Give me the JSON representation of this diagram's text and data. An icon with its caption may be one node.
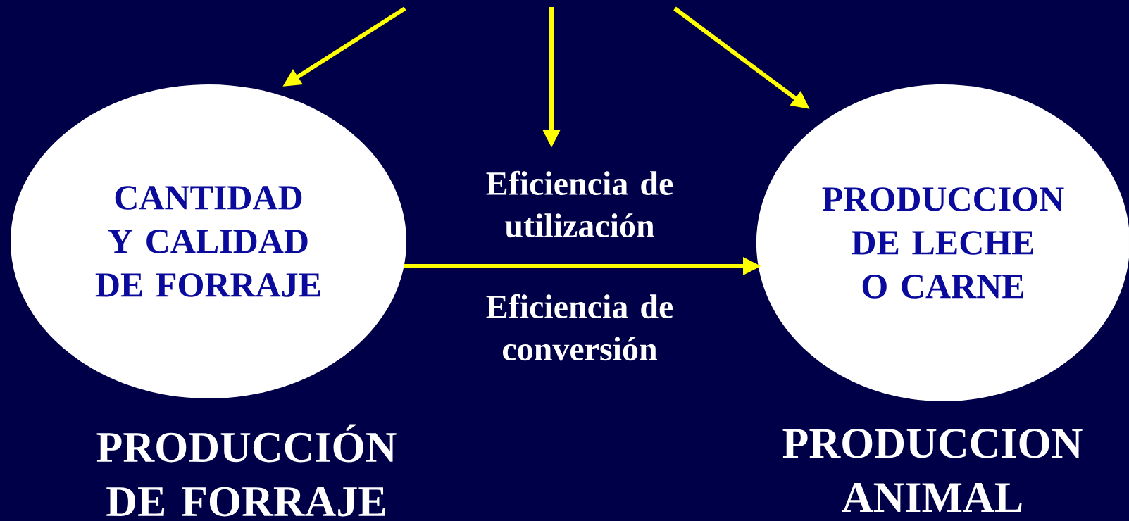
{
  "diagram": {
    "nodes": [
      {
        "text": [
          "CANTIDAD Y CALIDAD DE FORRAJE"
        ],
        "beside": [
          "PRODUCCIÓN DE FORRAJE"
        ]
      },
      {
        "text": [
          "PRODUCCION DE LECHE O CARNE"
        ],
        "beside": [
          "PRODUCCION ANIMAL"
        ]
      },
      {
        "text": [
          "Eficiencia de utilización"
        ]
      }
    ],
    "edges": [
      {
        "from": null,
        "to": 0,
        "arrow": "to"
      },
      {
        "from": null,
        "to": 2,
        "arrow": "to"
      },
      {
        "from": null,
        "to": 1,
        "arrow": "to"
      },
      {
        "from": 0,
        "to": 1,
        "arrow": "to",
        "label": "Eficiencia de conversión"
      }
    ]
  }
}
